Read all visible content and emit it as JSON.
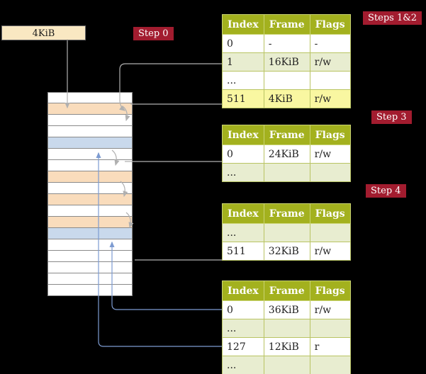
{
  "colors": {
    "background": "#000000",
    "badge_red": "#a21c2f",
    "table_header_green": "#a3b11e",
    "row_light_green": "#e8edd0",
    "row_highlight_yellow": "#f9f7a1",
    "memory_peach": "#f9dcbc",
    "memory_blue": "#c9d9ec",
    "memory_white": "#ffffff",
    "frame_box_cream": "#f9e8c2",
    "arrow_gray": "#b0b0b0",
    "arrow_blue": "#7d9bd1"
  },
  "labels": {
    "frame_box": "4KiB",
    "step0": "Step 0",
    "steps12": "Steps 1&2",
    "step3": "Step 3",
    "step4": "Step 4"
  },
  "memory_strip": {
    "rows": [
      "white",
      "peach",
      "white",
      "white",
      "blue",
      "white",
      "white",
      "peach",
      "white",
      "peach",
      "white",
      "peach",
      "blue",
      "white",
      "white",
      "white",
      "white",
      "white"
    ]
  },
  "tables": [
    {
      "id": "level4-table",
      "columns": [
        "Index",
        "Frame",
        "Flags"
      ],
      "rows": [
        {
          "cells": [
            "0",
            "-",
            "-"
          ],
          "bg": "white"
        },
        {
          "cells": [
            "1",
            "16KiB",
            "r/w"
          ],
          "bg": "green"
        },
        {
          "cells": [
            "...",
            "",
            ""
          ],
          "bg": "white"
        },
        {
          "cells": [
            "511",
            "4KiB",
            "r/w"
          ],
          "bg": "yellow"
        }
      ]
    },
    {
      "id": "level3-table",
      "columns": [
        "Index",
        "Frame",
        "Flags"
      ],
      "rows": [
        {
          "cells": [
            "0",
            "24KiB",
            "r/w"
          ],
          "bg": "white"
        },
        {
          "cells": [
            "...",
            "",
            ""
          ],
          "bg": "green"
        }
      ]
    },
    {
      "id": "level2-table",
      "columns": [
        "Index",
        "Frame",
        "Flags"
      ],
      "rows": [
        {
          "cells": [
            "...",
            "",
            ""
          ],
          "bg": "green"
        },
        {
          "cells": [
            "511",
            "32KiB",
            "r/w"
          ],
          "bg": "white"
        }
      ]
    },
    {
      "id": "level1-table",
      "columns": [
        "Index",
        "Frame",
        "Flags"
      ],
      "rows": [
        {
          "cells": [
            "0",
            "36KiB",
            "r/w"
          ],
          "bg": "white"
        },
        {
          "cells": [
            "...",
            "",
            ""
          ],
          "bg": "green"
        },
        {
          "cells": [
            "127",
            "12KiB",
            "r"
          ],
          "bg": "white"
        },
        {
          "cells": [
            "...",
            "",
            ""
          ],
          "bg": "green"
        }
      ]
    }
  ]
}
